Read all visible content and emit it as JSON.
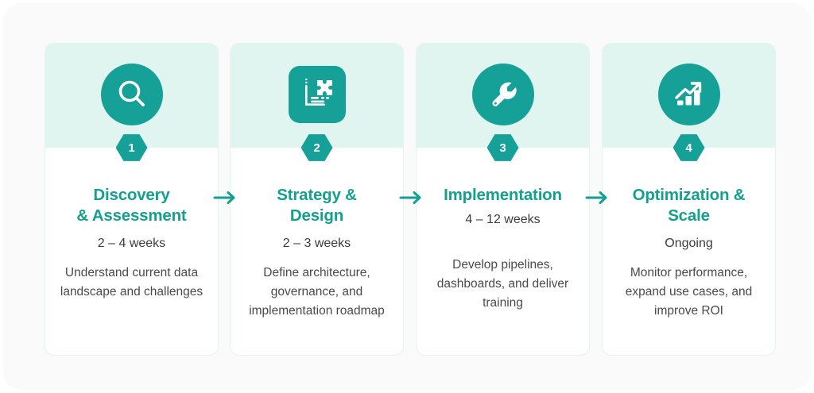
{
  "theme": {
    "teal": "#15a197",
    "teal_title": "#14a08f",
    "header_band": "#e0f5ef",
    "card_border": "#e3f3ef",
    "panel_bg": "#fbfafa",
    "body_text": "#4a4a4a"
  },
  "connector": {
    "icon": "arrow-right-icon",
    "glyph": "→"
  },
  "steps": [
    {
      "number": "1",
      "icon": "magnifier-icon",
      "title": "Discovery\n& Assessment",
      "duration": "2 – 4 weeks",
      "description": "Understand current data landscape and challenges"
    },
    {
      "number": "2",
      "icon": "blueprint-puzzle-icon",
      "title": "Strategy &\nDesign",
      "duration": "2 – 3 weeks",
      "description": "Define architecture, governance, and implementation roadmap"
    },
    {
      "number": "3",
      "icon": "wrench-icon",
      "title": "Implementation",
      "duration": "4 – 12 weeks",
      "description": "Develop pipelines, dashboards, and deliver training"
    },
    {
      "number": "4",
      "icon": "growth-chart-icon",
      "title": "Optimization &\nScale",
      "duration": "Ongoing",
      "description": "Monitor performance, expand use cases, and improve ROI"
    }
  ]
}
